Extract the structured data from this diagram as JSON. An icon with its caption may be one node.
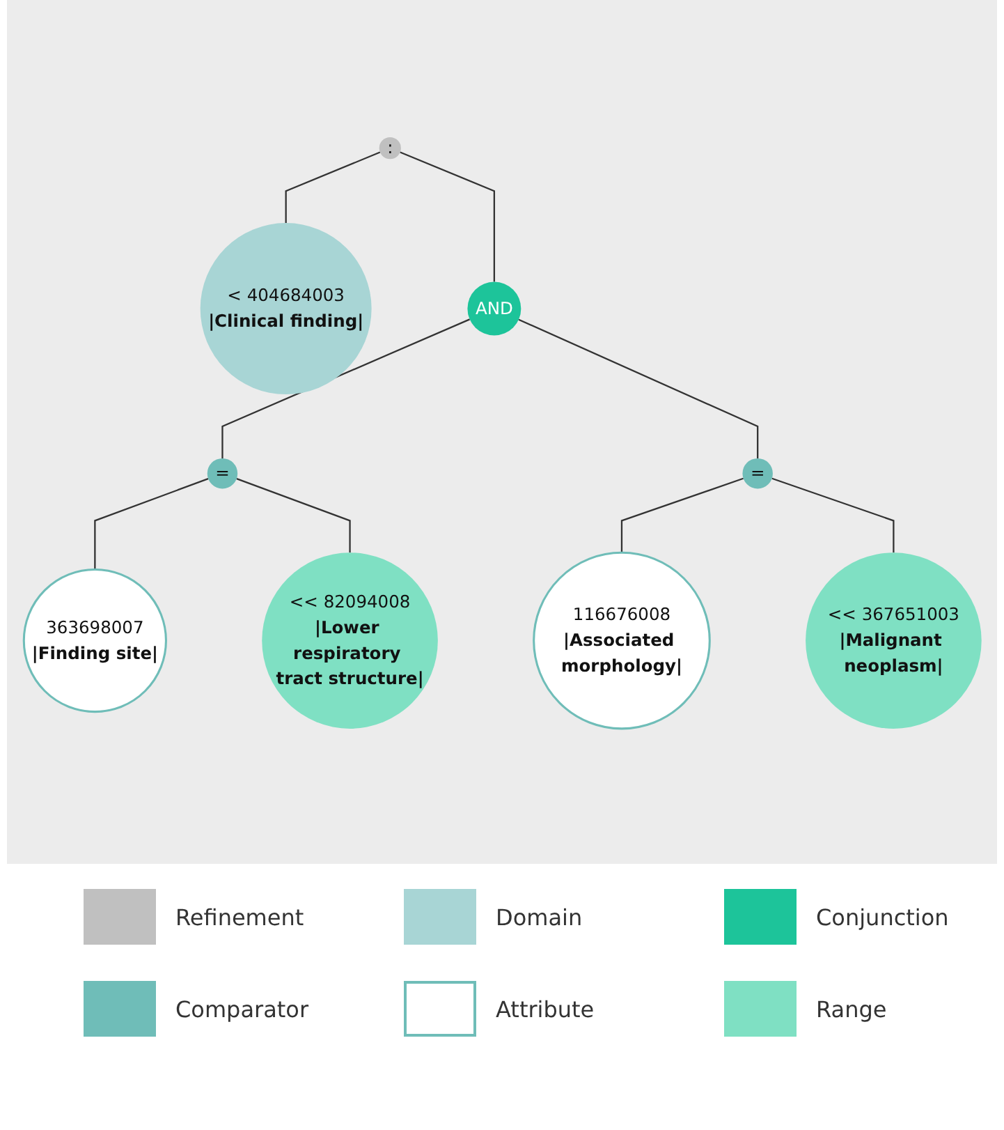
{
  "diagram": {
    "nodes": [
      {
        "text": [
          ":"
        ]
      },
      {
        "text": [
          "< 404684003",
          "|Clinical finding|"
        ]
      },
      {
        "text": [
          "AND"
        ]
      },
      {
        "text": [
          "="
        ]
      },
      {
        "text": [
          "="
        ]
      },
      {
        "text": [
          "363698007",
          "|Finding site|"
        ]
      },
      {
        "text": [
          "<< 82094008",
          "|Lower respiratory tract structure|"
        ]
      },
      {
        "text": [
          "116676008",
          "|Associated morphology|"
        ]
      },
      {
        "text": [
          "<< 367651003",
          "|Malignant neoplasm|"
        ]
      }
    ],
    "edges": [
      {
        "from": 0,
        "to": 1,
        "arrow": "none"
      },
      {
        "from": 0,
        "to": 2,
        "arrow": "none"
      },
      {
        "from": 2,
        "to": 3,
        "arrow": "none"
      },
      {
        "from": 2,
        "to": 4,
        "arrow": "none"
      },
      {
        "from": 3,
        "to": 5,
        "arrow": "none"
      },
      {
        "from": 3,
        "to": 6,
        "arrow": "none"
      },
      {
        "from": 4,
        "to": 7,
        "arrow": "none"
      },
      {
        "from": 4,
        "to": 8,
        "arrow": "none"
      }
    ],
    "legend": [
      {
        "text": "Refinement",
        "color": "#c0c0c0"
      },
      {
        "text": "Domain",
        "color": "#a8d5d5"
      },
      {
        "text": "Conjunction",
        "color": "#1dc49a"
      },
      {
        "text": "Comparator",
        "color": "#6fbdb8"
      },
      {
        "text": "Attribute",
        "color": "#ffffff"
      },
      {
        "text": "Range",
        "color": "#7fe0c3"
      }
    ]
  }
}
